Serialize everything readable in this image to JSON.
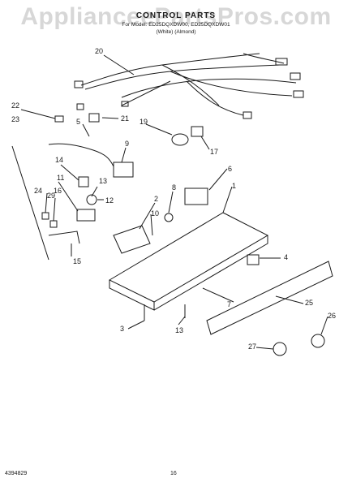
{
  "watermark": "ApplianceePartsPros.com",
  "header": {
    "title": "CONTROL PARTS",
    "models": "For Model: ED25DQXDW00, ED25DQXDW01",
    "colors": "(White)      (Almond)"
  },
  "callouts": [
    "20",
    "22",
    "23",
    "5",
    "21",
    "19",
    "17",
    "9",
    "14",
    "13",
    "11",
    "16",
    "12",
    "6",
    "8",
    "2",
    "10",
    "1",
    "24",
    "29",
    "15",
    "4",
    "25",
    "26",
    "7",
    "3",
    "13",
    "27"
  ],
  "footer": {
    "doc_number": "4394829",
    "page_number": "16"
  }
}
